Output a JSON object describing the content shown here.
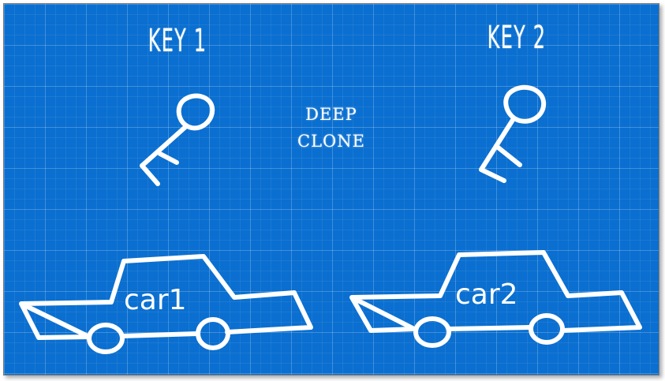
{
  "keys": [
    {
      "title": "KEY 1"
    },
    {
      "title": "KEY 2"
    }
  ],
  "center_label": {
    "line1": "DEEP",
    "line2": "CLONE"
  },
  "cars": [
    {
      "label": "car1"
    },
    {
      "label": "car2"
    }
  ],
  "colors": {
    "background": "#0a6fd0",
    "chalk": "#ffffff"
  }
}
